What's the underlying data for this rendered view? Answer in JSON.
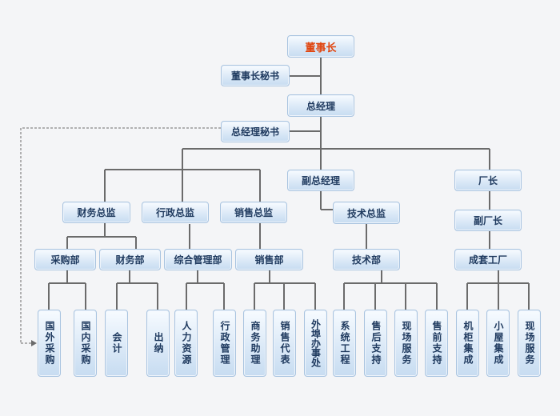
{
  "nodes": {
    "chairman": "董事长",
    "chairman_secretary": "董事长秘书",
    "general_manager": "总经理",
    "gm_secretary": "总经理秘书",
    "vice_gm": "副总经理",
    "factory_director": "厂长",
    "finance_director": "财务总监",
    "admin_director": "行政总监",
    "sales_director": "销售总监",
    "tech_director": "技术总监",
    "vice_factory_director": "副厂长",
    "purchasing_dept": "采购部",
    "finance_dept": "财务部",
    "general_admin_dept": "综合管理部",
    "sales_dept": "销售部",
    "tech_dept": "技术部",
    "assembly_plant": "成套工厂",
    "foreign_purchasing": "国外采购",
    "domestic_purchasing": "国内采购",
    "accounting": "会计",
    "cashier": "出纳",
    "human_resources": "人力资源",
    "admin_management": "行政管理",
    "business_assistant": "商务助理",
    "sales_rep": "销售代表",
    "out_of_town_office": "外埠办事处",
    "system_engineering": "系统工程",
    "after_sales_support": "售后支持",
    "onsite_service_tech": "现场服务",
    "pre_sales_support": "售前支持",
    "cabinet_integration": "机柜集成",
    "shelter_integration": "小屋集成",
    "onsite_service_plant": "现场服务"
  },
  "colors": {
    "line": "#6b6b6b",
    "node_border": "#a9c4e0",
    "node_text": "#1f3a5f",
    "top_text": "#e0450f"
  }
}
